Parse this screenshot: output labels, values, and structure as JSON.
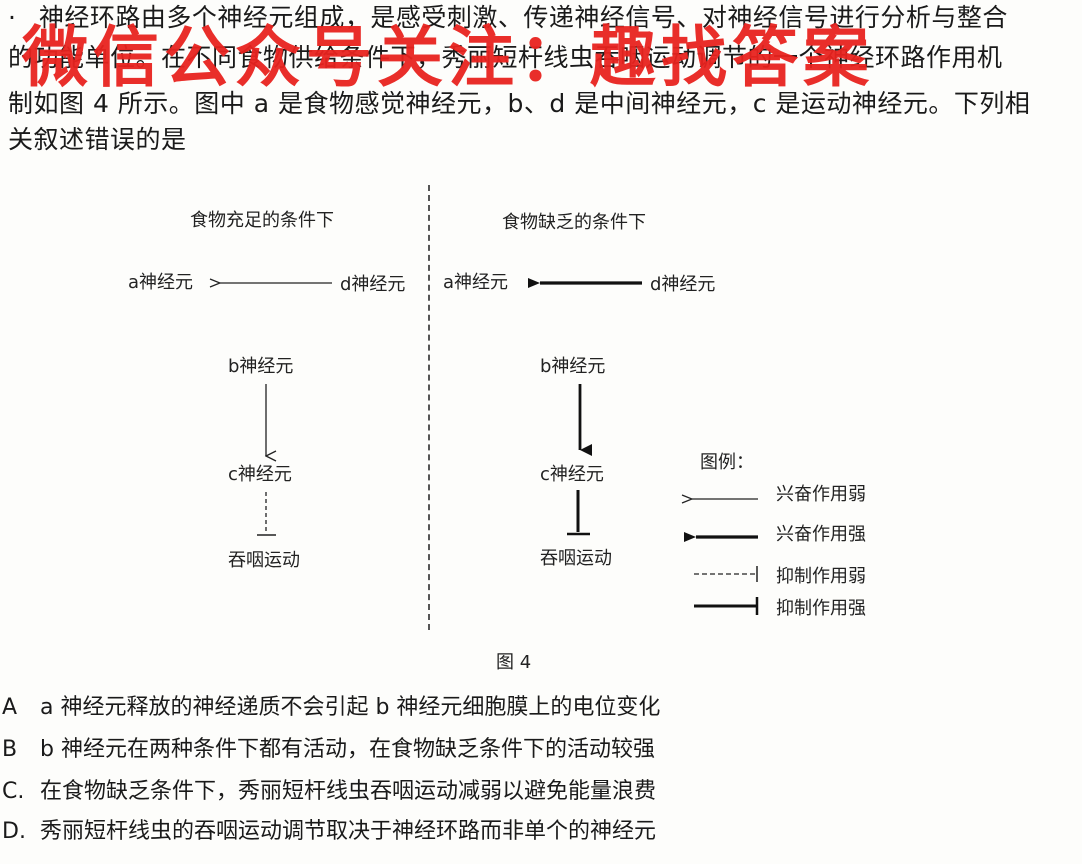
{
  "question": {
    "number_mark": "·",
    "stem_lines": [
      "神经环路由多个神经元组成，是感受刺激、传递神经信号、对神经信号进行分析与整合",
      "的功能单位。在不同食物供给条件下，秀丽短杆线虫吞咽运动调节的一个神经环路作用机",
      "制如图 4 所示。图中 a 是食物感觉神经元，b、d 是中间神经元，c 是运动神经元。下列相",
      "关叙述错误的是"
    ]
  },
  "watermark": "微信公众号关注：趣找答案",
  "figure": {
    "left_panel": {
      "title": "食物充足的条件下",
      "a": "a神经元",
      "d": "d神经元",
      "b": "b神经元",
      "c": "c神经元",
      "motion": "吞咽运动"
    },
    "right_panel": {
      "title": "食物缺乏的条件下",
      "a": "a神经元",
      "d": "d神经元",
      "b": "b神经元",
      "c": "c神经元",
      "motion": "吞咽运动"
    },
    "legend": {
      "title": "图例：",
      "items": [
        "兴奋作用弱",
        "兴奋作用强",
        "抑制作用弱",
        "抑制作用强"
      ]
    },
    "caption": "图 4"
  },
  "options": [
    {
      "letter": "A",
      "text": "a 神经元释放的神经递质不会引起 b 神经元细胞膜上的电位变化"
    },
    {
      "letter": "B",
      "text": "b 神经元在两种条件下都有活动，在食物缺乏条件下的活动较强"
    },
    {
      "letter": "C.",
      "text": "在食物缺乏条件下，秀丽短杆线虫吞咽运动减弱以避免能量浪费"
    },
    {
      "letter": "D.",
      "text": "秀丽短杆线虫的吞咽运动调节取决于神经环路而非单个的神经元"
    }
  ]
}
